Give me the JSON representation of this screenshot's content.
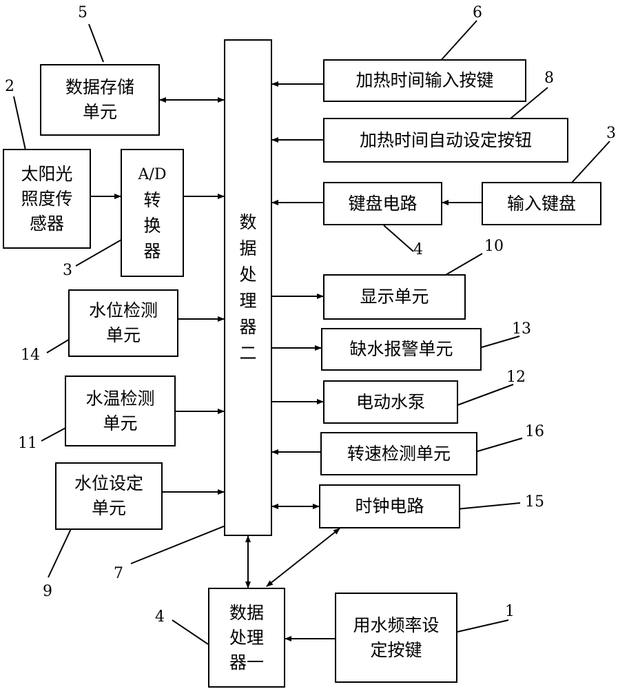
{
  "blocks": {
    "processor2": "数据处理器二",
    "data_storage": "数据存储单元",
    "solar_sensor": "太阳光照度传感器",
    "ad_converter_a": "A/D",
    "ad_converter_b": "转换器",
    "water_level_detect": "水位检测单元",
    "water_temp_detect": "水温检测单元",
    "water_level_set": "水位设定单元",
    "heat_time_input": "加热时间输入按键",
    "heat_time_auto": "加热时间自动设定按钮",
    "keyboard_circuit": "键盘电路",
    "input_keyboard": "输入键盘",
    "display_unit": "显示单元",
    "water_alarm": "缺水报警单元",
    "electric_pump": "电动水泵",
    "speed_detect": "转速检测单元",
    "clock_circuit": "时钟电路",
    "processor1": "数据处理器一",
    "usage_freq_key": "用水频率设定按键"
  },
  "numbers": {
    "n5": "5",
    "n2": "2",
    "n3_ad": "3",
    "n14": "14",
    "n11": "11",
    "n9": "9",
    "n7": "7",
    "n4_proc": "4",
    "n6": "6",
    "n8": "8",
    "n3_kb": "3",
    "n4_kc": "4",
    "n10": "10",
    "n13": "13",
    "n12": "12",
    "n16": "16",
    "n15": "15",
    "n1": "1"
  }
}
